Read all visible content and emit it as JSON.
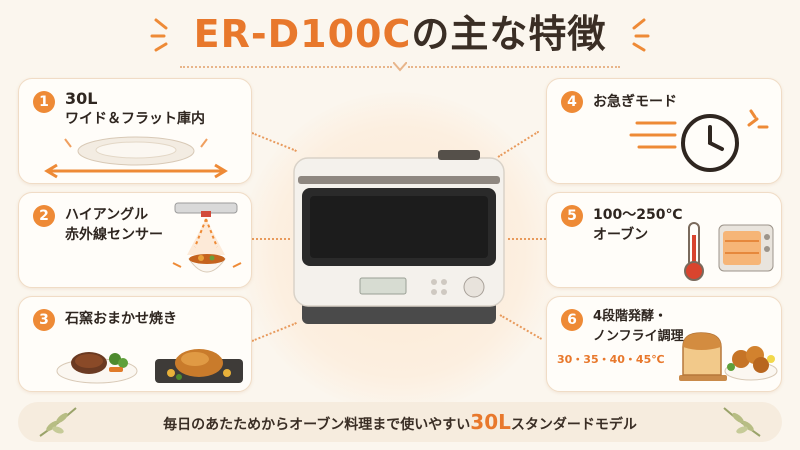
{
  "title": {
    "model": "ER-D100C",
    "rest": "の主な特徴"
  },
  "features": [
    {
      "num": "1",
      "line1": "30L",
      "line2": "ワイド＆フラット庫内"
    },
    {
      "num": "2",
      "line1": "ハイアングル",
      "line2": "赤外線センサー"
    },
    {
      "num": "3",
      "line1": "石窯おまかせ焼き"
    },
    {
      "num": "4",
      "line1": "お急ぎモード"
    },
    {
      "num": "5",
      "line1": "100〜250℃",
      "line2": "オーブン"
    },
    {
      "num": "6",
      "line1": "4段階発酵・",
      "line2": "ノンフライ調理",
      "temps": "30・35・40・45℃"
    }
  ],
  "footer": {
    "before": "毎日のあたためからオーブン料理まで使いやすい",
    "highlight": "30L",
    "after": "スタンダードモデル"
  },
  "colors": {
    "accent": "#e8782c",
    "background": "#fbf6ee",
    "card": "#fffdf9",
    "oven_body": "#f4f1ec",
    "oven_window": "#2a2a2a"
  },
  "icons": [
    "spark-decoration",
    "plate-icon",
    "sensor-icon",
    "curry-bowl-icon",
    "steak-plate-icon",
    "roast-chicken-icon",
    "clock-icon",
    "speed-lines-icon",
    "thermometer-icon",
    "toaster-oven-icon",
    "bread-loaf-icon",
    "fried-chicken-icon",
    "leaf-icon",
    "microwave-oven"
  ]
}
